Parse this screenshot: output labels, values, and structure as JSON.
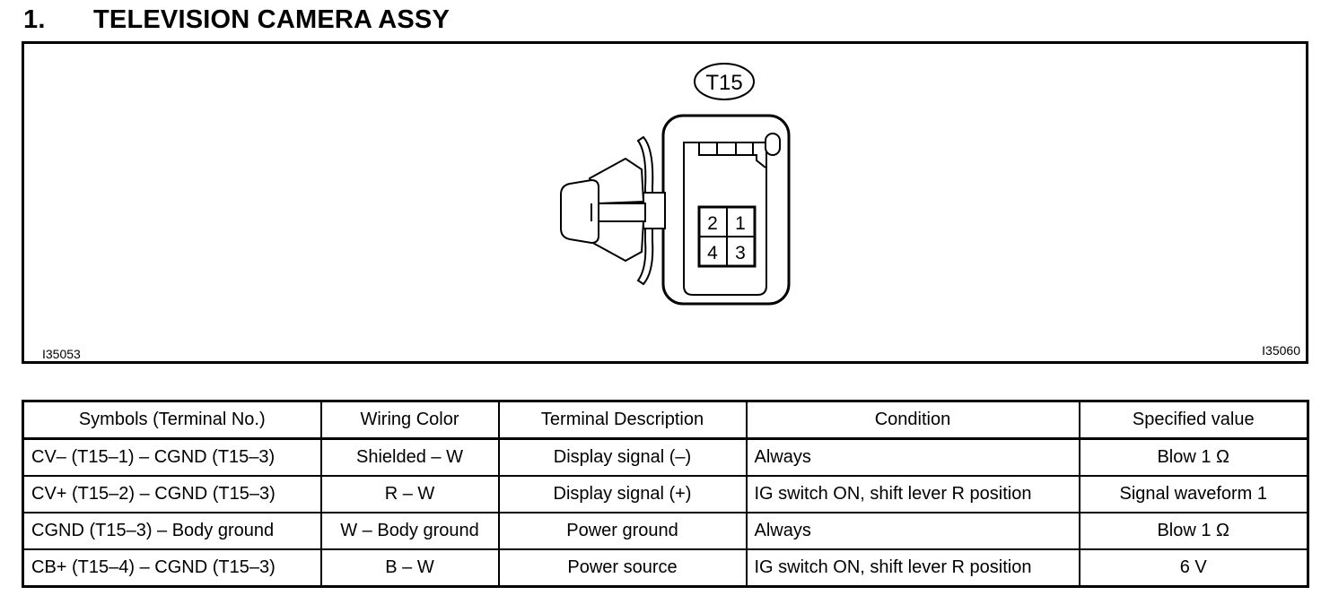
{
  "heading": {
    "number": "1.",
    "title": "TELEVISION CAMERA ASSY"
  },
  "figure": {
    "connector_label": "T15",
    "pins": [
      "2",
      "1",
      "4",
      "3"
    ],
    "image_id_left": "I35053",
    "image_id_right": "I35060"
  },
  "table": {
    "headers": [
      "Symbols (Terminal No.)",
      "Wiring Color",
      "Terminal Description",
      "Condition",
      "Specified value"
    ],
    "rows": [
      [
        "CV– (T15–1) – CGND (T15–3)",
        "Shielded – W",
        "Display signal (–)",
        "Always",
        "Blow 1 Ω"
      ],
      [
        "CV+ (T15–2) – CGND (T15–3)",
        "R – W",
        "Display signal (+)",
        "IG switch ON, shift lever R position",
        "Signal waveform 1"
      ],
      [
        "CGND (T15–3) – Body ground",
        "W – Body ground",
        "Power ground",
        "Always",
        "Blow 1 Ω"
      ],
      [
        "CB+ (T15–4) – CGND (T15–3)",
        "B – W",
        "Power source",
        "IG switch ON, shift lever R position",
        "6 V"
      ]
    ]
  }
}
